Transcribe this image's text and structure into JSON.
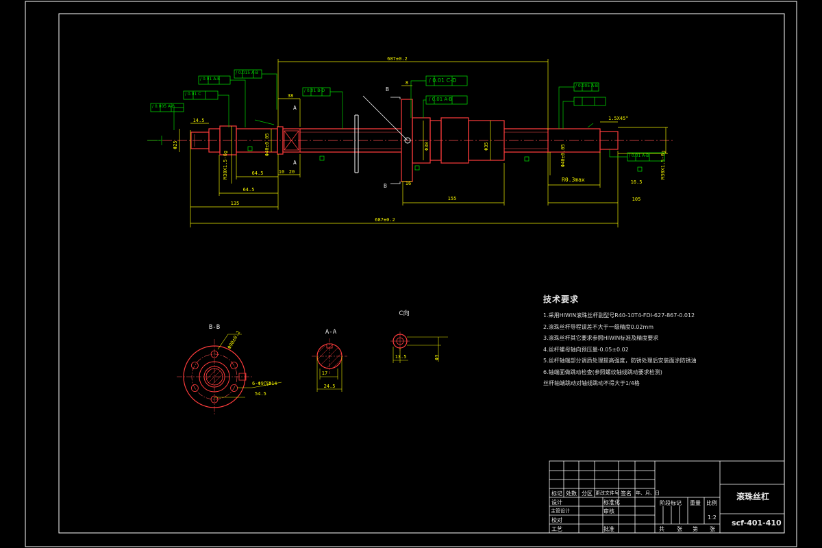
{
  "drawing": {
    "view_labels": {
      "section_bb": "B-B",
      "section_aa": "A-A",
      "view_c": "C向",
      "cut_a_top": "A",
      "cut_a_bottom": "A",
      "cut_b_top": "B",
      "cut_b_bottom": "B"
    },
    "dims": {
      "overall_screw": "687±0.2",
      "overall_total": "687±0.2",
      "d_135": "135",
      "d_64_5_big": "64.5",
      "d_64_5_small": "64.5",
      "d_10": "10",
      "d_20": "20",
      "d_38": "38",
      "d_14_5": "14.5",
      "d_155": "155",
      "d_16": "16",
      "d_8": "8",
      "d_16_5": "16.5",
      "d_105": "105",
      "d_r03": "R0.3max",
      "d_chamfer": "1.5X45°",
      "d_m30": "M30X1.5-6g",
      "d_m30_r": "M30X1.5-6g",
      "d_40": "Φ40±0.05",
      "d_phi30": "Φ30",
      "d_phi35": "Φ35",
      "d_phi25": "Φ25",
      "d_40r": "Φ40±0.05",
      "d_sec_bb_phi": "Φ90±0.2",
      "d_sec_bb_holes": "6-Φ9沉Φ14",
      "d_sec_bb_54": "54.5",
      "d_sec_aa_17": "17",
      "d_sec_aa_24": "24.5",
      "d_c_13": "13.5",
      "d_c_sm": "Φ3"
    },
    "tolerances": [
      "/ 0.01 A-B",
      "/ 0.015 A-B",
      "/ 0.01 C",
      "/ 0.005 A-B",
      "/ 0.01 B-D",
      "/ 0.01 C-D",
      "/ 0.01 A-B",
      "/ 0.005 A-B",
      "/ 0.01 A-B"
    ]
  },
  "notes": {
    "title": "技术要求",
    "lines": [
      "1.采用HIWIN滚珠丝杆副型号R40-10T4-FDI-627-867-0.012",
      "2.滚珠丝杆导程误差不大于一级精度0.02mm",
      "3.滚珠丝杆其它要求参照HIWIN标准及精度要求",
      "4.丝杆螺母轴向预压量-0.05±0.02",
      "5.丝杆轴端部分调质处理提高强度，防锈处理后安装面涂防锈油",
      "6.轴端面做跳动检查(参照螺纹轴线跳动要求检测)",
      "   丝杆轴端跳动对轴线跳动不得大于1/4格"
    ]
  },
  "title_block": {
    "drawing_name": "滚珠丝杠",
    "drawing_number": "scf-401-410",
    "scale_label": "比例",
    "scale_value": "1:2",
    "weight_label": "重量",
    "stage_label": "阶段标记",
    "mark_label": "标记",
    "count_label": "处数",
    "zone_label": "分区",
    "doc_label": "更改文件号",
    "sign_label": "签名",
    "date_label": "年、月、日",
    "design_label": "设计",
    "std_label": "标准化",
    "check_label": "审核",
    "craft_label": "工艺",
    "approve_label": "批准",
    "main_label": "主管设计",
    "proof_label": "校对",
    "sheet_total": "共",
    "sheet_label": "张",
    "sheet_no": "第",
    "sheet_label2": "张"
  },
  "colors": {
    "frame": "#ffffff",
    "outline": "#ff3c3c",
    "center": "#ff5050",
    "dim": "#f0f000",
    "leader": "#00d400",
    "text": "#e8e8e8"
  }
}
